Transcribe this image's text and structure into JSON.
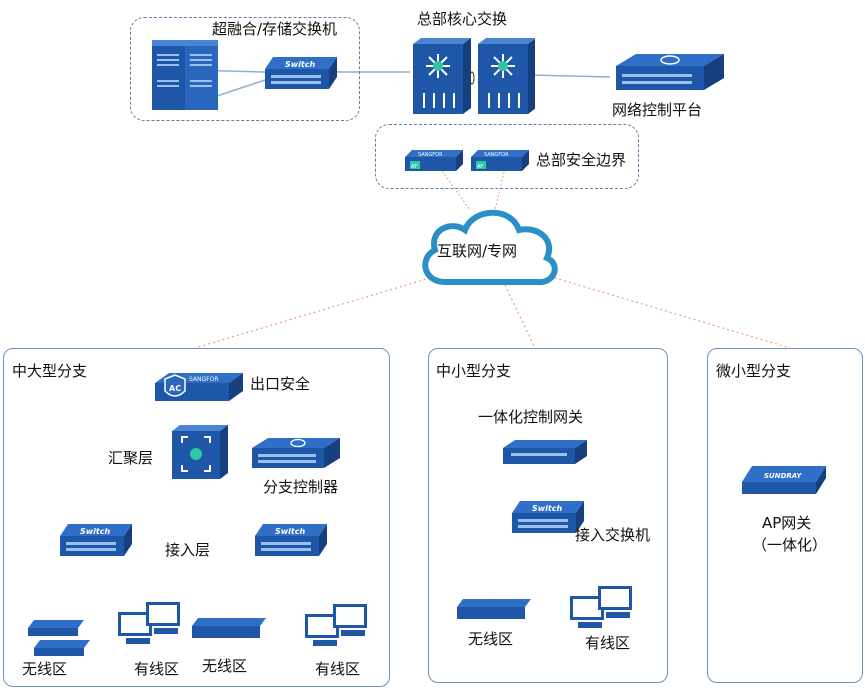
{
  "top": {
    "converged_label": "超融合/存储交换机",
    "core_label": "总部核心交换",
    "control_label": "网络控制平台",
    "security_label": "总部安全边界",
    "cloud_label": "互联网/专网"
  },
  "branch_large": {
    "title": "中大型分支",
    "egress_label": "出口安全",
    "aggregation_label": "汇聚层",
    "controller_label": "分支控制器",
    "access_label": "接入层",
    "wireless1_label": "无线区",
    "wired1_label": "有线区",
    "wireless2_label": "无线区",
    "wired2_label": "有线区"
  },
  "branch_medium": {
    "title": "中小型分支",
    "gateway_label": "一体化控制网关",
    "access_switch_label": "接入交换机",
    "wireless_label": "无线区",
    "wired_label": "有线区"
  },
  "branch_micro": {
    "title": "微小型分支",
    "ap_label_line1": "AP网关",
    "ap_label_line2": "（一体化）"
  },
  "device_text": {
    "switch": "Switch",
    "firewall": "SANGFOR",
    "ap_brand": "SUNDRAY",
    "af_badge": "AF",
    "ac_badge": "AC"
  },
  "colors": {
    "device_blue": "#1f57a8",
    "device_dark": "#163f7e",
    "frame": "#6f93b5",
    "link": "#8fb0d0",
    "wan_link": "#e9a27a",
    "cloud_stroke": "#2a8fc4"
  }
}
